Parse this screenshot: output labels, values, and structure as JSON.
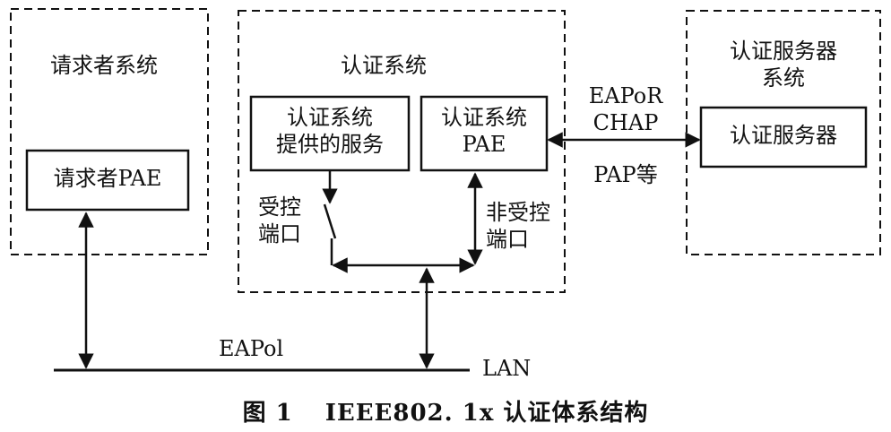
{
  "supplicant_system": {
    "title": "请求者系统",
    "pae_label": "请求者PAE"
  },
  "authenticator_system": {
    "title": "认证系统",
    "services_box": {
      "line1": "认证系统",
      "line2": "提供的服务"
    },
    "pae_box": {
      "line1": "认证系统",
      "line2": "PAE"
    },
    "controlled_port": {
      "line1": "受控",
      "line2": "端口"
    },
    "uncontrolled_port": {
      "line1": "非受控",
      "line2": "端口"
    }
  },
  "auth_server_system": {
    "title_line1": "认证服务器",
    "title_line2": "系统",
    "server_box": "认证服务器"
  },
  "protocol_labels": {
    "line1": "EAPoR",
    "line2": "CHAP",
    "line3": "PAP等"
  },
  "lan": {
    "eapol_label": "EAPol",
    "lan_label": "LAN"
  },
  "caption": {
    "number": "图 1",
    "text": "IEEE802. 1x 认证体系结构"
  }
}
